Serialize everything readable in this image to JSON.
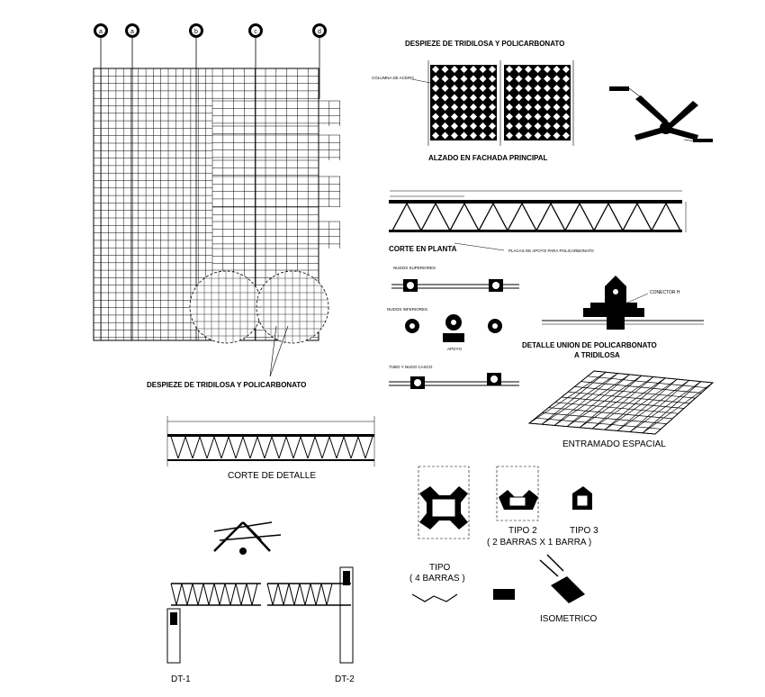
{
  "grid_axes": [
    "a",
    "a",
    "b",
    "c",
    "d"
  ],
  "labels": {
    "despieze_title_top": "DESPIEZE DE TRIDILOSA Y POLICARBONATO",
    "columna_acero": "COLUMNA DE ACERO",
    "alzado": "ALZADO EN FACHADA PRINCIPAL",
    "corte_planta": "CORTE EN PLANTA",
    "placas_apoyo": "PLACAS DE APOYO PARA POLICARBONATO",
    "nudos_superiores": "NUDOS SUPERIORES",
    "nudos_inferiores": "NUDOS INFERIORES",
    "apoyo": "APOYO",
    "tubo_nudo_casco": "TUBO Y NUDO CASCO",
    "conector_h": "CONECTOR H",
    "detalle_union_1": "DETALLE UNION DE POLICARBONATO",
    "detalle_union_2": "A TRIDILOSA",
    "despieze_title_plan": "DESPIEZE DE TRIDILOSA Y POLICARBONATO",
    "entramado": "ENTRAMADO ESPACIAL",
    "corte_detalle": "CORTE DE DETALLE",
    "tipo_1": "TIPO",
    "tipo_1_sub": "( 4 BARRAS )",
    "tipo_2": "TIPO 2",
    "tipo_3": "TIPO 3",
    "tipo_23_sub": "( 2 BARRAS X 1 BARRA )",
    "isometrico": "ISOMETRICO",
    "dt1": "DT-1",
    "dt2": "DT-2"
  }
}
